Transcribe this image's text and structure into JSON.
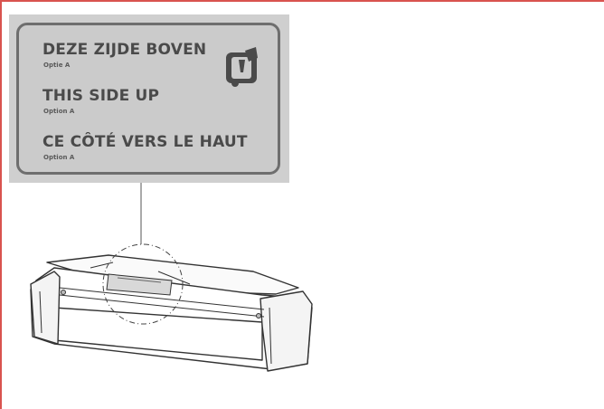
{
  "label": {
    "lines": [
      {
        "heading": "DEZE ZIJDE BOVEN",
        "option": "Optie A"
      },
      {
        "heading": "THIS SIDE UP",
        "option": "Option A"
      },
      {
        "heading": "CE CÔTÉ VERS LE HAUT",
        "option": "Option A"
      }
    ],
    "icon": "fragile-warning-icon"
  },
  "colors": {
    "frame": "#d9534f",
    "panel": "#cfcfcf",
    "border": "#6e6e6e",
    "text": "#4a4a4a"
  }
}
